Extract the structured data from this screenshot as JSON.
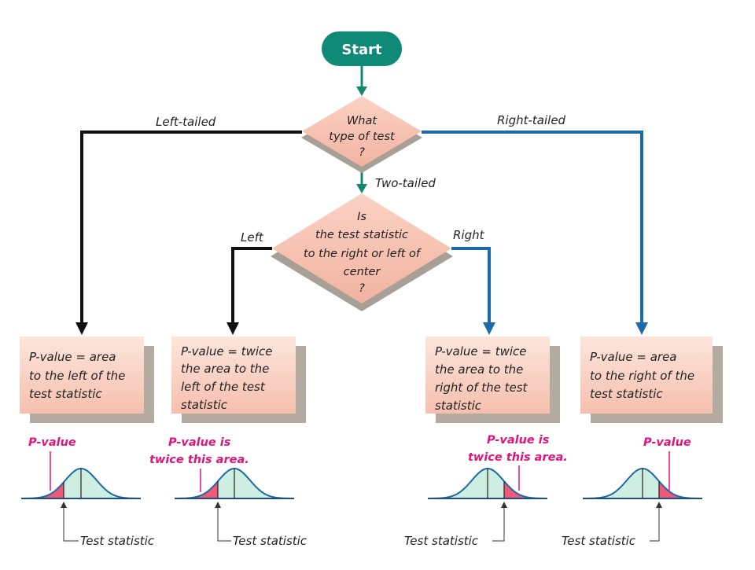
{
  "flowchart": {
    "start": "Start",
    "decision1": {
      "lines": [
        "What",
        "type of test",
        "?"
      ]
    },
    "decision2": {
      "lines": [
        "Is",
        "the test statistic",
        "to the right or left of",
        "center",
        "?"
      ]
    },
    "edges": {
      "left_tailed": "Left-tailed",
      "right_tailed": "Right-tailed",
      "two_tailed": "Two-tailed",
      "left": "Left",
      "right": "Right"
    },
    "boxes": [
      {
        "lines": [
          "P-value = area",
          "to the left of the",
          "test statistic"
        ]
      },
      {
        "lines": [
          "P-value = twice",
          "the area to the",
          "left of the test",
          "statistic"
        ]
      },
      {
        "lines": [
          "P-value = twice",
          "the area to the",
          "right of the test",
          "statistic"
        ]
      },
      {
        "lines": [
          "P-value = area",
          "to the right of the",
          "test statistic"
        ]
      }
    ],
    "curves": [
      {
        "callout": [
          "P-value"
        ],
        "tail": "left",
        "test_statistic_label": "Test statistic"
      },
      {
        "callout": [
          "P-value is",
          "twice this area."
        ],
        "tail": "left",
        "test_statistic_label": "Test statistic"
      },
      {
        "callout": [
          "P-value is",
          "twice this area."
        ],
        "tail": "right",
        "test_statistic_label": "Test statistic"
      },
      {
        "callout": [
          "P-value"
        ],
        "tail": "right",
        "test_statistic_label": "Test statistic"
      }
    ]
  },
  "colors": {
    "start_fill": "#0e8a76",
    "teal_arrow": "#14876f",
    "black_arrow": "#111111",
    "blue_arrow": "#1c6aa6",
    "box_fill_top": "#fde3d8",
    "box_fill_bottom": "#f6c2b2",
    "box_shadow": "#b3aaa0",
    "pink": "#e0147a",
    "curve_fill": "#cdeee1",
    "tail_fill": "#f05a78",
    "curve_stroke": "#1c6aa6"
  }
}
